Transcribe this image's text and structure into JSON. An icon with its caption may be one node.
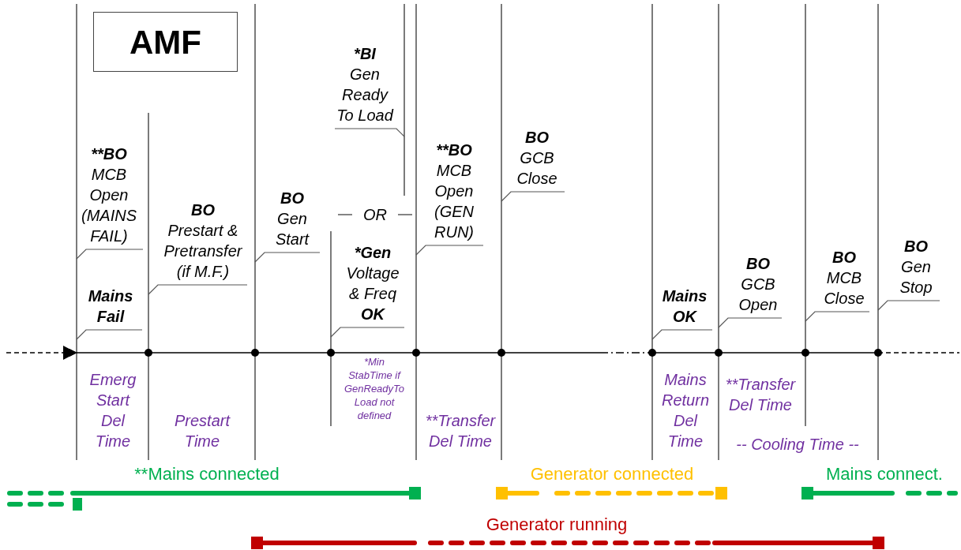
{
  "diagram": {
    "title": "AMF",
    "nodes": [
      {
        "text": [
          "**BO",
          "MCB Open (MAINS FAIL)"
        ]
      },
      {
        "text": [
          "Mains Fail"
        ]
      },
      {
        "text": [
          "BO",
          "Prestart & Pretransfer (if M.F.)"
        ]
      },
      {
        "text": [
          "BO",
          "Gen Start"
        ]
      },
      {
        "text": [
          "*BI",
          "Gen Ready To Load"
        ]
      },
      {
        "text": [
          "*Gen",
          "Voltage & Freq",
          "OK"
        ]
      },
      {
        "text": [
          "**BO",
          "MCB Open (GEN RUN)"
        ]
      },
      {
        "text": [
          "BO",
          "GCB Close"
        ]
      },
      {
        "text": [
          "Mains OK"
        ]
      },
      {
        "text": [
          "BO",
          "GCB Open"
        ]
      },
      {
        "text": [
          "BO",
          "MCB Close"
        ]
      },
      {
        "text": [
          "BO",
          "Gen Stop"
        ]
      },
      {
        "text": [],
        "shape": "bar"
      },
      {
        "text": [],
        "shape": "bar"
      },
      {
        "text": [],
        "shape": "bar"
      },
      {
        "text": [],
        "shape": "bar"
      },
      {
        "text": [],
        "shape": "bar"
      },
      {
        "text": [],
        "shape": "bar"
      },
      {
        "text": [],
        "shape": "bar"
      },
      {
        "text": [],
        "shape": "bar"
      },
      {
        "text": [],
        "shape": "bar"
      },
      {
        "text": [],
        "shape": "bar"
      },
      {
        "text": [],
        "shape": "bar"
      }
    ],
    "edges": [
      {
        "from": 0,
        "to": 12,
        "arrow": "none"
      },
      {
        "from": 1,
        "to": 12,
        "arrow": "none"
      },
      {
        "from": 2,
        "to": 13,
        "arrow": "none"
      },
      {
        "from": 3,
        "to": 14,
        "arrow": "none"
      },
      {
        "from": 4,
        "to": 16,
        "arrow": "none"
      },
      {
        "from": 5,
        "to": 15,
        "arrow": "none"
      },
      {
        "from": 6,
        "to": 17,
        "arrow": "none"
      },
      {
        "from": 7,
        "to": 18,
        "arrow": "none"
      },
      {
        "from": 8,
        "to": 19,
        "arrow": "none"
      },
      {
        "from": 9,
        "to": 20,
        "arrow": "none"
      },
      {
        "from": 10,
        "to": 21,
        "arrow": "none"
      },
      {
        "from": 11,
        "to": 22,
        "arrow": "none"
      }
    ],
    "labels": [
      "OR",
      "Emerg Start Del Time",
      "Prestart Time",
      "*Min StabTime if GenReadyTo Load not defined",
      "**Transfer Del Time",
      "Mains Return Del Time",
      "**Transfer Del Time",
      "-- Cooling Time --",
      "**Mains connected",
      "Generator connected",
      "Mains connect.",
      "Generator running"
    ]
  }
}
